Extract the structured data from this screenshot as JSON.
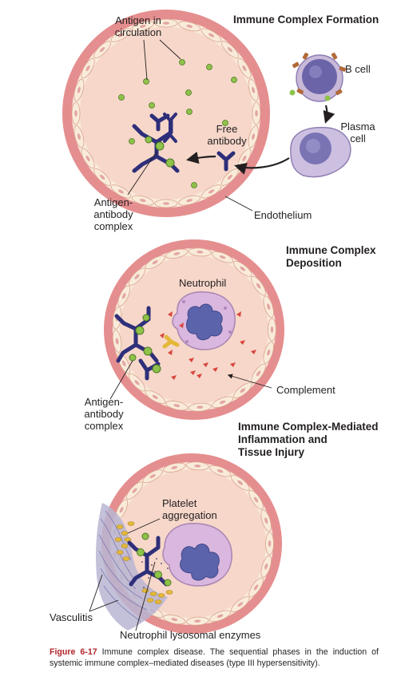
{
  "panel1": {
    "title": "Immune Complex Formation",
    "label_antigen": "Antigen in\ncirculation",
    "label_bcell": "B cell",
    "label_plasma": "Plasma\ncell",
    "label_free_antibody": "Free\nantibody",
    "label_complex": "Antigen-\nantibody\ncomplex",
    "label_endothelium": "Endothelium"
  },
  "panel2": {
    "title": "Immune Complex\nDeposition",
    "label_neutrophil": "Neutrophil",
    "label_complement": "Complement",
    "label_complex": "Antigen-\nantibody\ncomplex"
  },
  "panel3": {
    "title": "Immune Complex-Mediated\nInflammation and\nTissue Injury",
    "label_platelet": "Platelet\naggregation",
    "label_vasculitis": "Vasculitis",
    "label_enzymes": "Neutrophil lysosomal enzymes"
  },
  "caption": {
    "figure_number": "Figure 6-17",
    "text": "Immune complex disease. The sequential phases in the induction of systemic immune complex–mediated diseases (type III hypersensitivity)."
  },
  "colors": {
    "vessel_wall": "#e58e8f",
    "lumen": "#f6d7ca",
    "endothelium": "#f9ebd9",
    "antibody": "#2e2f7a",
    "antigen": "#8ec24a",
    "complement": "#d8463c",
    "neutrophil": "#d9b7de",
    "nucleus": "#6a6fb0",
    "platelet": "#e3b83a",
    "arrow": "#231f20"
  }
}
